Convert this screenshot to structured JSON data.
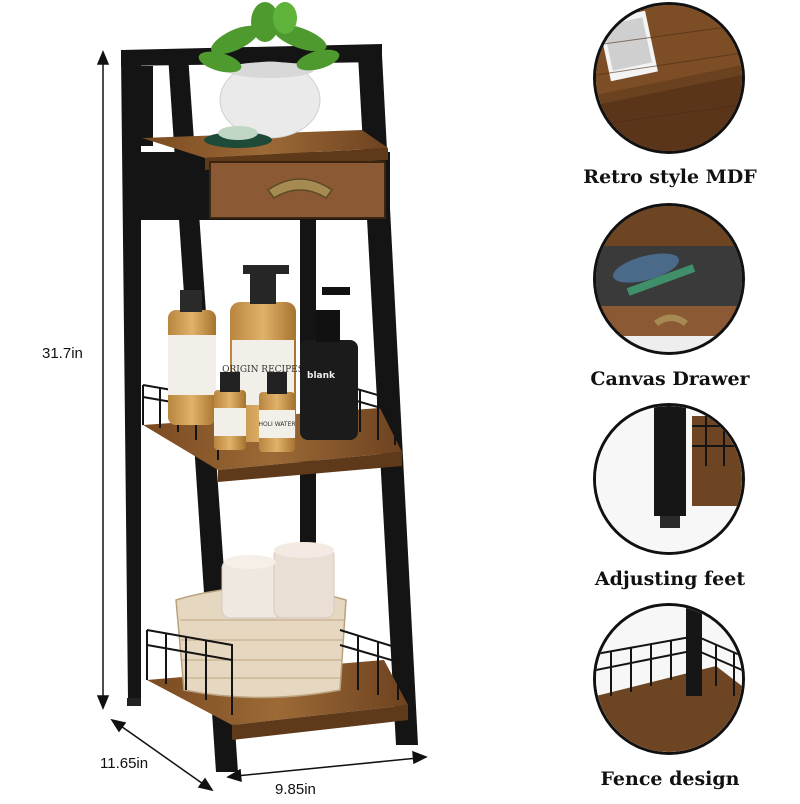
{
  "dimensions": {
    "height": "31.7in",
    "depth": "11.65in",
    "width": "9.85in"
  },
  "products": {
    "bottle_right_brand": "blank",
    "bottle_left_label": "ORIGIN RECIPES",
    "small_bottle_label": "HOLI WATER"
  },
  "features": [
    {
      "caption": "Retro style MDF",
      "icon": "wood-texture-closeup"
    },
    {
      "caption": "Canvas  Drawer",
      "icon": "drawer-closeup"
    },
    {
      "caption": "Adjusting feet",
      "icon": "foot-closeup"
    },
    {
      "caption": "Fence design",
      "icon": "fence-closeup"
    }
  ],
  "colors": {
    "frame": "#141414",
    "wood": "#8a5a2b",
    "wood_dark": "#5e3a1a",
    "drawer": "#8b5a34",
    "handle": "#a58a52"
  }
}
